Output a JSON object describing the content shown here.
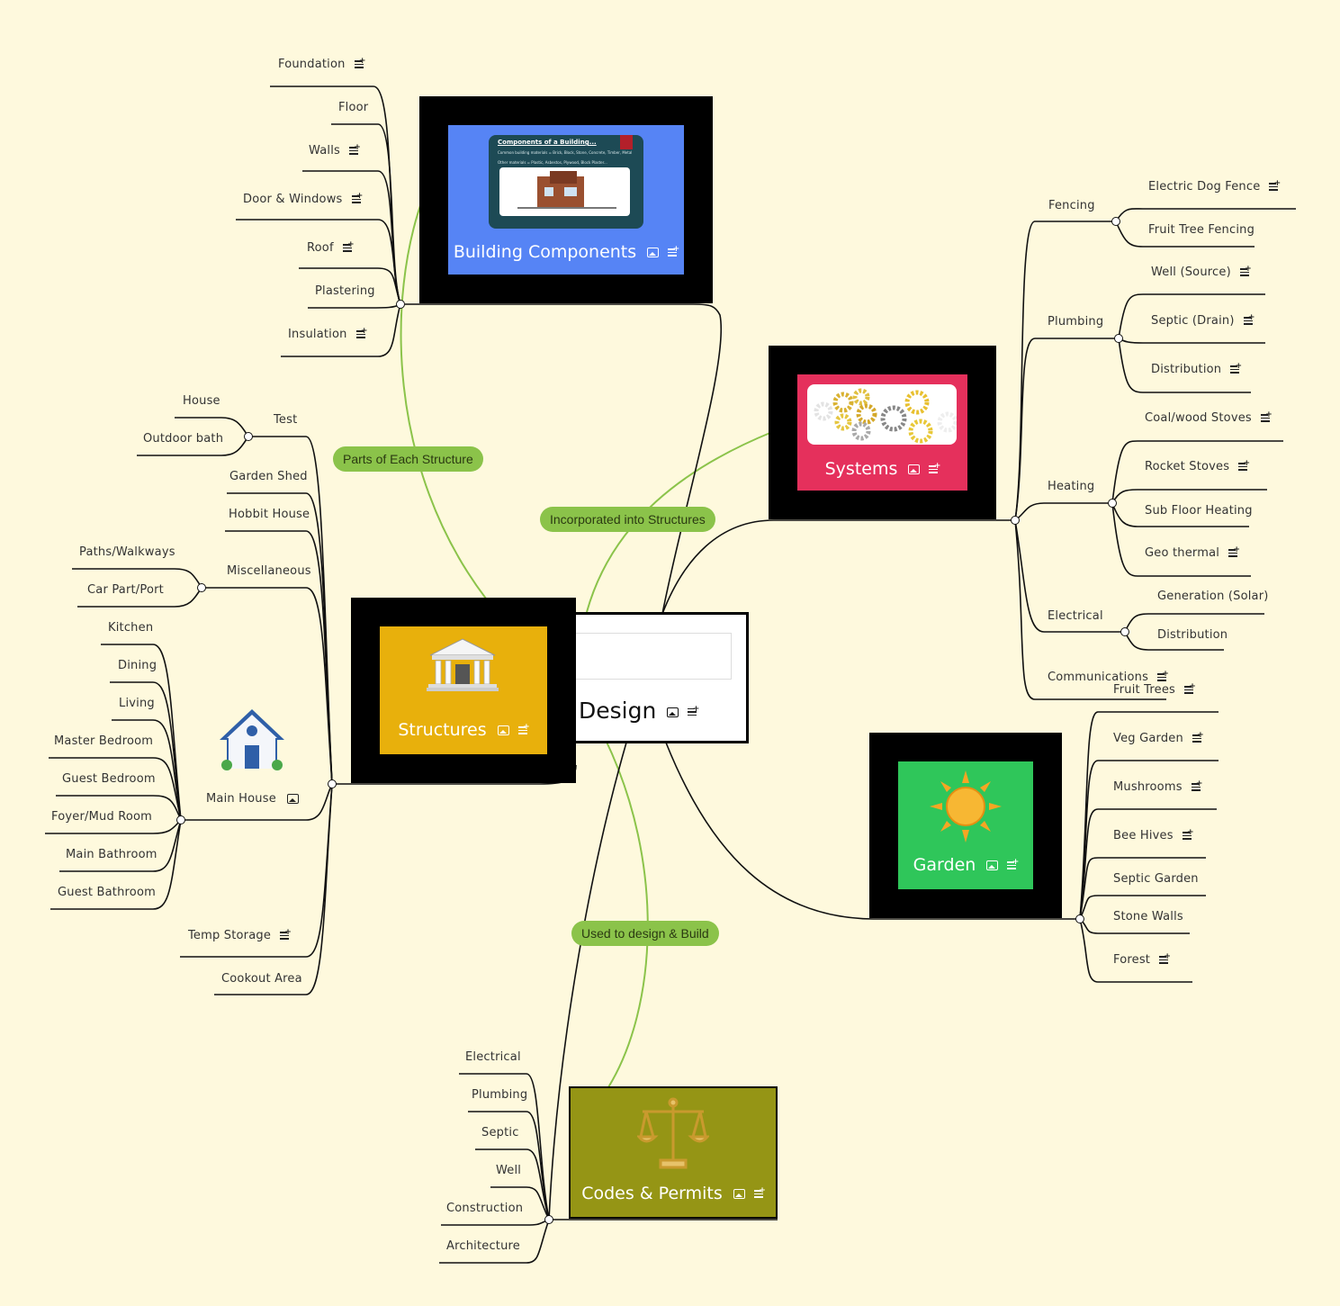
{
  "central": {
    "title": "Design"
  },
  "building_components": {
    "title": "Building Components",
    "slide": {
      "heading": "Components of a Building...",
      "line1": "Common building materials = Brick, Block, Stone, Concrete, Timber, Metal",
      "line2": "Other materials = Plastic, Asbestos, Plywood, Block Plaster..."
    },
    "items": [
      "Foundation",
      "Floor",
      "Walls",
      "Door & Windows",
      "Roof",
      "Plastering",
      "Insulation"
    ]
  },
  "relationships": {
    "parts": "Parts of Each Structure",
    "incorporated": "Incorporated into Structures",
    "used": "Used to design & Build"
  },
  "systems": {
    "title": "Systems",
    "groups": {
      "fencing": {
        "label": "Fencing",
        "items": [
          "Electric Dog Fence",
          "Fruit Tree Fencing"
        ]
      },
      "plumbing": {
        "label": "Plumbing",
        "items": [
          "Well (Source)",
          "Septic (Drain)",
          "Distribution"
        ]
      },
      "heating": {
        "label": "Heating",
        "items": [
          "Coal/wood Stoves",
          "Rocket Stoves",
          "Sub Floor Heating",
          "Geo thermal"
        ]
      },
      "electrical": {
        "label": "Electrical",
        "items": [
          "Generation (Solar)",
          "Distribution"
        ]
      },
      "communications": {
        "label": "Communications"
      }
    }
  },
  "structures": {
    "title": "Structures",
    "test": {
      "label": "Test",
      "items": [
        "House",
        "Outdoor bath"
      ]
    },
    "garden_shed": "Garden Shed",
    "hobbit_house": "Hobbit House",
    "misc": {
      "label": "Miscellaneous",
      "items": [
        "Paths/Walkways",
        "Car Part/Port"
      ]
    },
    "main_house": {
      "label": "Main House",
      "items": [
        "Kitchen",
        "Dining",
        "Living",
        "Master Bedroom",
        "Guest Bedroom",
        "Foyer/Mud Room",
        "Main Bathroom",
        "Guest Bathroom"
      ]
    },
    "temp_storage": "Temp Storage",
    "cookout": "Cookout Area"
  },
  "garden": {
    "title": "Garden",
    "items": [
      "Fruit Trees",
      "Veg Garden",
      "Mushrooms",
      "Bee Hives",
      "Septic Garden",
      "Stone Walls",
      "Forest"
    ]
  },
  "codes": {
    "title": "Codes & Permits",
    "items": [
      "Electrical",
      "Plumbing",
      "Septic",
      "Well",
      "Construction",
      "Architecture"
    ]
  },
  "colors": {
    "background": "#fef9dd",
    "building_components": "#5684f5",
    "systems": "#e5305c",
    "structures": "#e8b00c",
    "garden": "#2fc65a",
    "codes": "#959515",
    "relationship": "#8bc34a"
  },
  "icons": [
    "task-note-icon",
    "image-icon",
    "house-icon",
    "temple-icon",
    "gears-icon",
    "sun-icon",
    "scales-icon"
  ]
}
